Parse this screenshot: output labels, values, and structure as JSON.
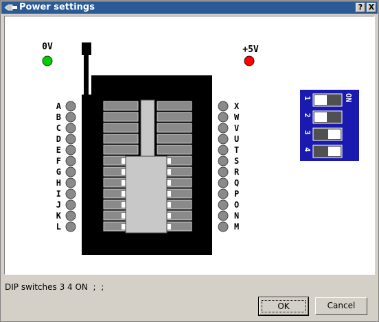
{
  "window": {
    "title": "Power settings"
  },
  "titlebar_buttons": {
    "help": "?",
    "close": "X"
  },
  "labels": {
    "gnd": "0V",
    "vcc": "+5V"
  },
  "left_pins": [
    "A",
    "B",
    "C",
    "D",
    "E",
    "F",
    "G",
    "H",
    "I",
    "J",
    "K",
    "L"
  ],
  "right_pins": [
    "X",
    "W",
    "V",
    "U",
    "T",
    "S",
    "R",
    "Q",
    "P",
    "O",
    "N",
    "M"
  ],
  "dip": {
    "on_label": "ON",
    "switches": [
      {
        "number": "1",
        "state": "off"
      },
      {
        "number": "2",
        "state": "off"
      },
      {
        "number": "3",
        "state": "on"
      },
      {
        "number": "4",
        "state": "on"
      }
    ]
  },
  "status": "DIP switches 3 4 ON  ;  ;",
  "buttons": {
    "ok": "OK",
    "cancel": "Cancel"
  },
  "colors": {
    "gnd_led": "#00cc00",
    "vcc_led": "#ff0000",
    "dip_body": "#1a1ab0",
    "titlebar": "#2a5a98"
  }
}
